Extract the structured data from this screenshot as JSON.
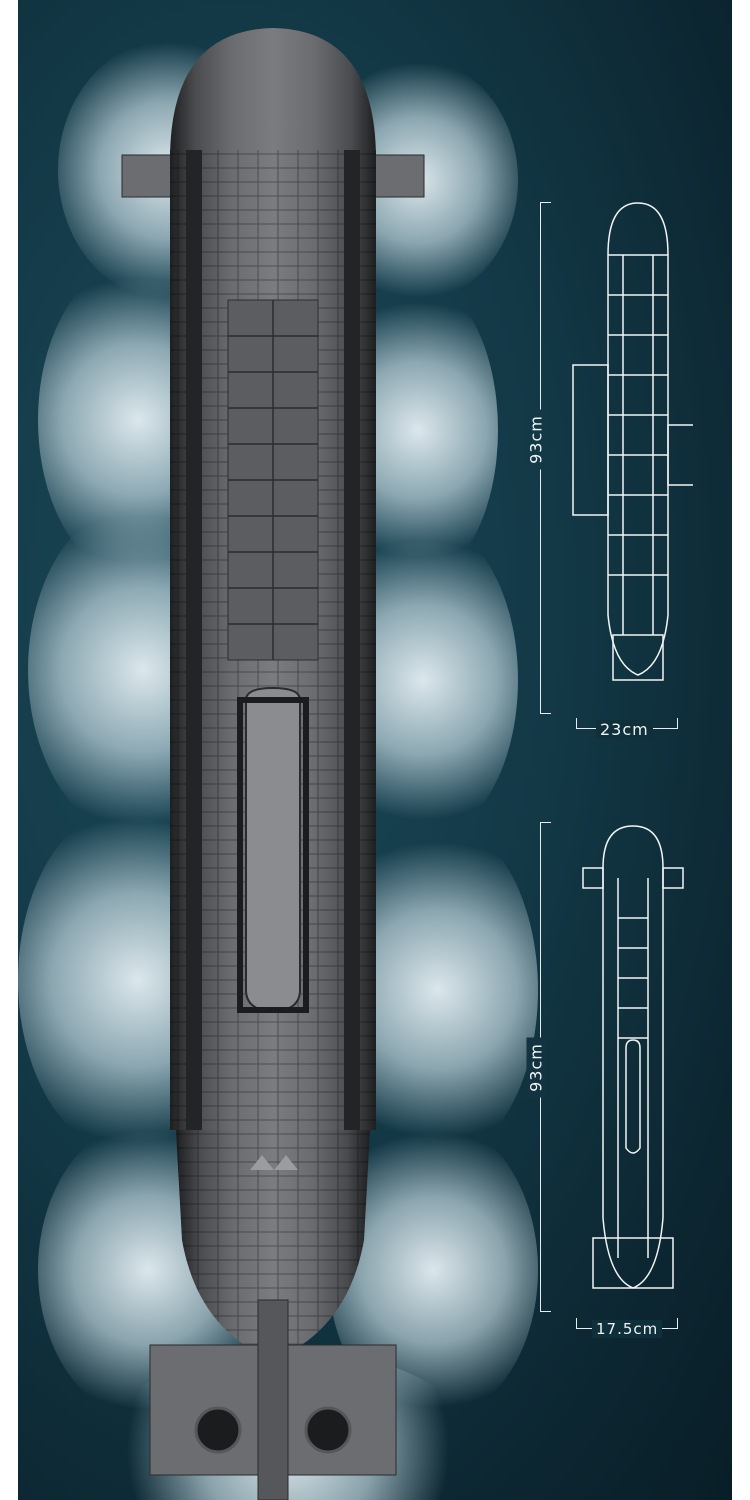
{
  "colors": {
    "ocean": "#133947",
    "foam": "#dce8ec",
    "hull": "#3b3c3f",
    "hull_light": "#5e6064",
    "schematic_line": "#f2f5f6"
  },
  "dimensions": {
    "top_view": {
      "length": "93cm",
      "width": "23cm"
    },
    "bottom_view": {
      "length": "93cm",
      "width": "17.5cm"
    }
  }
}
